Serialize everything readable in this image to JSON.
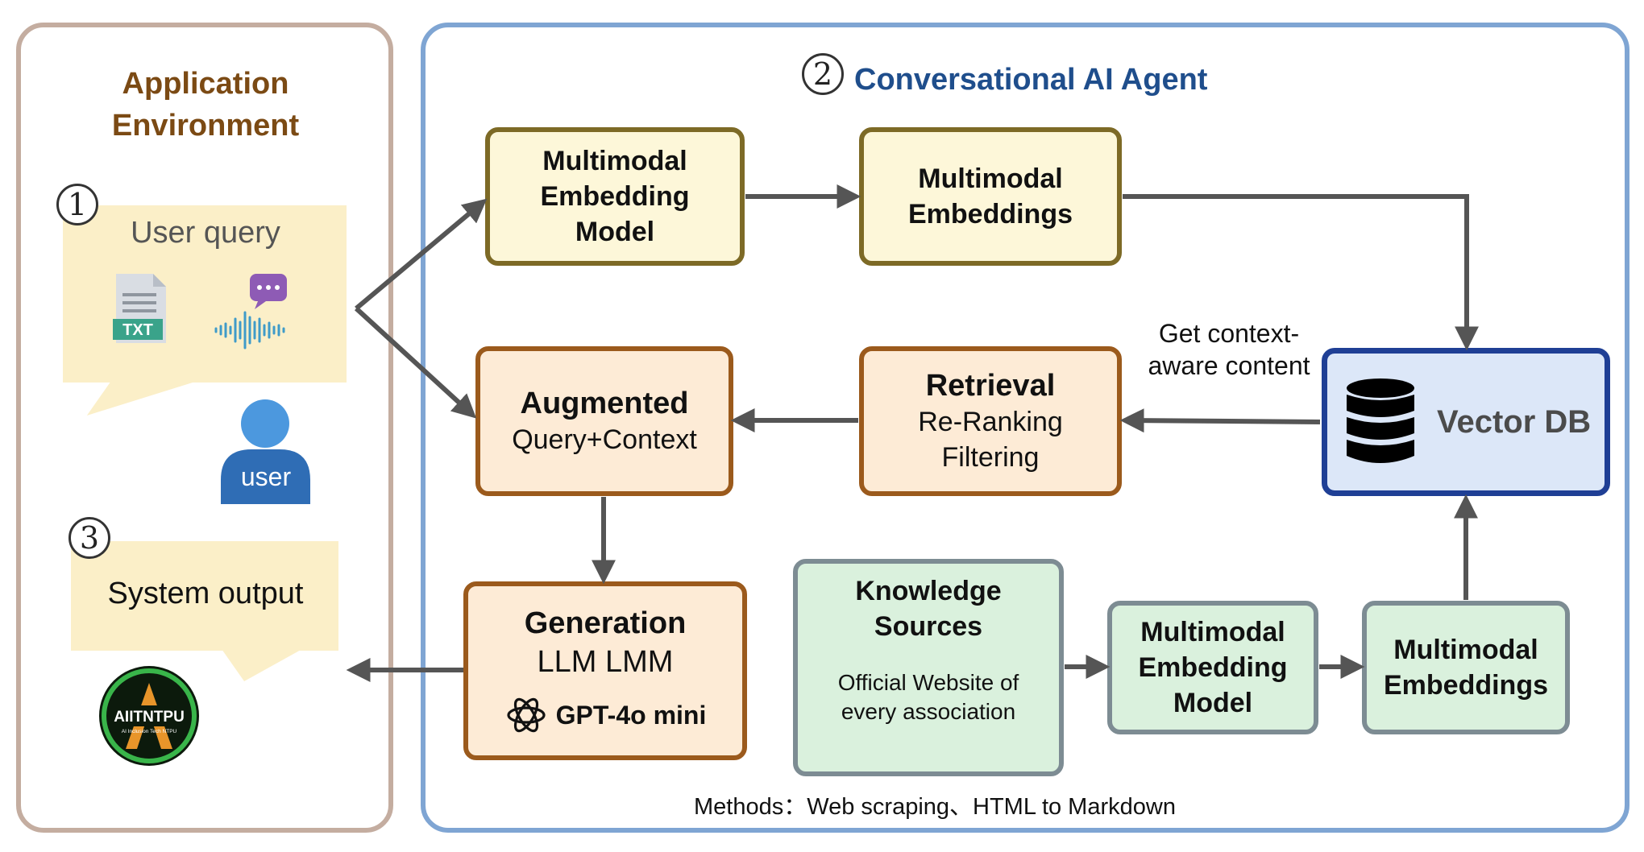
{
  "application": {
    "title_line1": "Application",
    "title_line2": "Environment",
    "step1": "1",
    "user_query": "User query",
    "txt_badge": "TXT",
    "user_label": "user",
    "step3": "3",
    "system_output": "System output",
    "logo_text": "AIITNTPU",
    "logo_subtext": "AI Inclusion Tech NTPU"
  },
  "agent": {
    "step2": "2",
    "title": "Conversational AI Agent",
    "mm_model_top": [
      "Multimodal",
      "Embedding",
      "Model"
    ],
    "mm_emb_top": [
      "Multimodal",
      "Embeddings"
    ],
    "augmented_title": "Augmented",
    "augmented_sub": "Query+Context",
    "retrieval_title": "Retrieval",
    "retrieval_sub1": "Re-Ranking",
    "retrieval_sub2": "Filtering",
    "context_label": "Get context-aware content",
    "vector_db": "Vector DB",
    "generation_title": "Generation",
    "generation_sub": "LLM LMM",
    "gpt_label": "GPT-4o mini",
    "knowledge_title": [
      "Knowledge",
      "Sources"
    ],
    "knowledge_desc": [
      "Official Website of",
      "every association"
    ],
    "mm_model_bottom": [
      "Multimodal",
      "Embedding",
      "Model"
    ],
    "mm_emb_bottom": [
      "Multimodal",
      "Embeddings"
    ],
    "methods": "Methods：Web scraping、HTML to Markdown"
  },
  "colors": {
    "app_title": "#7b4a14",
    "agent_title": "#1f4e8c",
    "left_border": "#c4ada0",
    "right_border": "#7fa5d3",
    "arrow": "#555555"
  }
}
